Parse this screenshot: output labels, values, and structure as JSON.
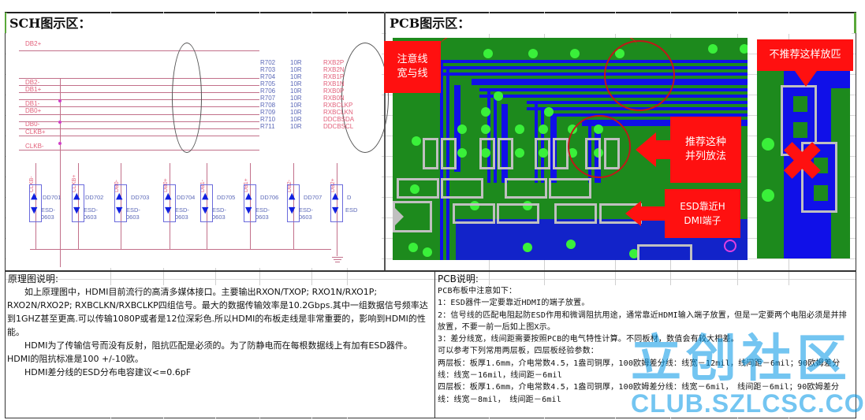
{
  "headers": {
    "sch_title": "SCH图示区：",
    "pcb_title": "PCB图示区："
  },
  "schematic": {
    "left_nets": [
      "DB2+",
      "DB2-",
      "DB1+",
      "DB1-",
      "DB0+",
      "DB0-",
      "CLKB+",
      "CLKB-"
    ],
    "resistors": [
      {
        "ref": "R702",
        "value": "10R",
        "net": "RXB2P"
      },
      {
        "ref": "R703",
        "value": "10R",
        "net": "RXB2N"
      },
      {
        "ref": "R704",
        "value": "10R",
        "net": "RXB1P"
      },
      {
        "ref": "R705",
        "value": "10R",
        "net": "RXB1N"
      },
      {
        "ref": "R706",
        "value": "10R",
        "net": "RXB0P"
      },
      {
        "ref": "R707",
        "value": "10R",
        "net": "RXB0N"
      },
      {
        "ref": "R708",
        "value": "10R",
        "net": "RXBCLKP"
      },
      {
        "ref": "R709",
        "value": "10R",
        "net": "RXBCLKN"
      },
      {
        "ref": "R710",
        "value": "10R",
        "net": "DDCBSDA"
      },
      {
        "ref": "R711",
        "value": "10R",
        "net": "DDCBSCL"
      }
    ],
    "diodes": [
      {
        "ref": "DD701",
        "part": "ESD-0603",
        "net": "CLKB-"
      },
      {
        "ref": "DD702",
        "part": "ESD-0603",
        "net": "CLKB+"
      },
      {
        "ref": "DD703",
        "part": "ESD-0603",
        "net": "DB0-"
      },
      {
        "ref": "DD704",
        "part": "ESD-0603",
        "net": "DB0+"
      },
      {
        "ref": "DD705",
        "part": "ESD-0603",
        "net": "DB1-"
      },
      {
        "ref": "DD706",
        "part": "ESD-0603",
        "net": "DB1+"
      },
      {
        "ref": "DD707",
        "part": "ESD-0603",
        "net": "DB2-"
      },
      {
        "ref": "D",
        "part": "ESD",
        "net": "DB2+"
      }
    ]
  },
  "pcb": {
    "callouts": {
      "trace_width": "注意线宽与线",
      "recommend_parallel": "推荐这种并列放法",
      "esd_near": "ESD靠近HDMI端子",
      "not_recommended": "不推荐这样放匹"
    },
    "colors": {
      "board": "#1d8a1d",
      "trace": "#1010e8",
      "via": "#3af03a",
      "callout": "#ff1010"
    }
  },
  "sch_notes": {
    "title": "原理图说明:",
    "paragraphs": [
      "　　如上原理图中，HDMI目前流行的高清多媒体接口。主要输出RXON/TXOP; RXO1N/RXO1P; RXO2N/RXO2P; RXBCLKN/RXBCLKP四组信号。最大的数据传输效率是10.2Gbps.其中一组数据信号频率达到1GHZ甚至更高.可以传输1080P或者是12位深彩色.所以HDMI的布板走线是非常重要的，影响到HDMI的性能。",
      "　　HDMI为了传输信号而没有反射，阻抗匹配是必须的。为了防静电而在每根数据线上有加有ESD器件。HDMI的阻抗标准是100 +/-10欧。",
      "　　HDMI差分线的ESD分布电容建议<=0.6pF"
    ]
  },
  "pcb_notes": {
    "title": "PCB说明:",
    "lines": [
      "PCB布板中注意如下：",
      "1：ESD器件一定要靠近HDMI的端子放置。",
      "2：信号线的匹配电阻起防ESD作用和微调阻抗用途，通常靠近HDMI输入端子放置，但是一定要两个电阻必须是并排放置，不要一前一后如上图X示。",
      "3：差分线宽，线间距需要按照PCB的电气特性计算。不同板材，数值会有较大相差。",
      "可以参考下列常用两层板，四层板经验参数：",
      "两层板：板厚1.6mm，介电常数4.5，1盎司铜厚，100欧姆差分线：线宽－12mil，线间距－6mil；90欧姆差分线：线宽－16mil，线间距－6mil",
      "四层板：板厚1.6mm，介电常数4.5，1盎司铜厚，100欧姆差分线：线宽－6mil，　线间距－6mil；90欧姆差分线：线宽－8mil，　线间距－6mil"
    ]
  },
  "watermark": {
    "cn": "立创社区",
    "url": "CLUB.SZLCSC.COM"
  }
}
